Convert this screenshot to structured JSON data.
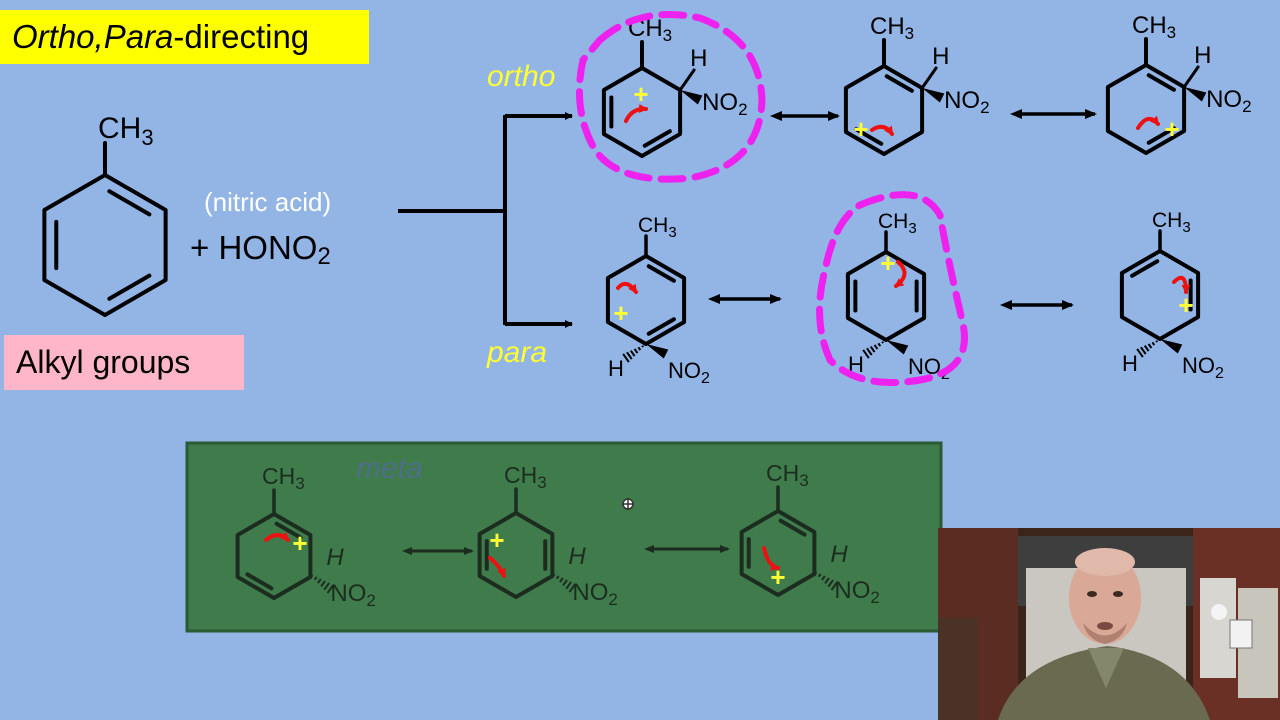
{
  "title": {
    "italic_part": "Ortho,Para",
    "rest": "-directing",
    "bg": "#ffff00"
  },
  "alkyl_label": {
    "text": "Alkyl groups",
    "bg": "#ffb6c8"
  },
  "reagent": {
    "name": "(nitric acid)",
    "formula_prefix": "+ HONO",
    "formula_sub": "2"
  },
  "substituents": {
    "ch3_main": "CH",
    "sub3": "3",
    "h": "H",
    "no2_main": "NO",
    "sub2": "2",
    "plus": "+"
  },
  "pathways": {
    "ortho": "ortho",
    "para": "para",
    "meta": "meta"
  },
  "colors": {
    "background": "#92b5e6",
    "highlight_circle": "#ee22ee",
    "charge_plus": "#ffff33",
    "electron_arrow": "#ee1111",
    "meta_panel": "#3f7b4b",
    "meta_label": "#4e6e8a"
  },
  "icons": {
    "resonance": "double-headed-arrow",
    "reaction": "branch-arrow",
    "cursor": "move-cursor-icon"
  },
  "webcam": {
    "description_free": true
  }
}
